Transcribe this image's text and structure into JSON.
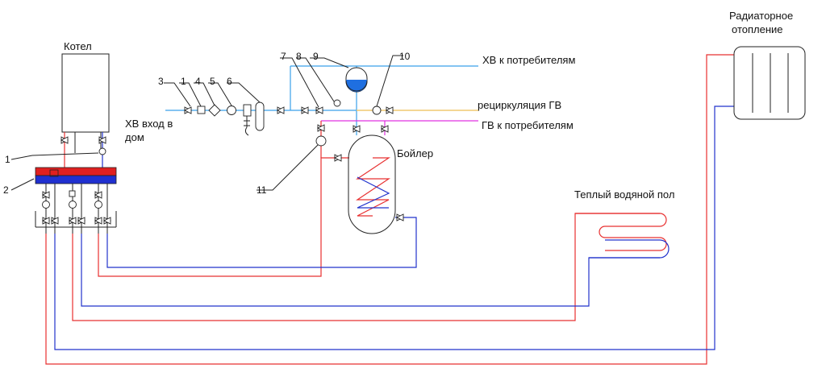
{
  "labels": {
    "boiler": "Котел",
    "cold_inlet_1": "ХВ вход в",
    "cold_inlet_2": "дом",
    "cold_to_consumers": "ХВ к потребителям",
    "recirculation": "рециркуляция ГВ",
    "hot_to_consumers": "ГВ к потребителям",
    "water_heater": "Бойлер",
    "underfloor": "Теплый водяной пол",
    "radiator_1": "Радиаторное",
    "radiator_2": "отопление"
  },
  "callouts": [
    "1",
    "2",
    "3",
    "1",
    "4",
    "5",
    "6",
    "7",
    "8",
    "9",
    "10",
    "11"
  ],
  "colors": {
    "supply_red": "#e83030",
    "return_blue": "#2233cc",
    "cold_water": "#3aa0ea",
    "hot_water": "#e030e0",
    "recirculation": "#f0c870",
    "expansion_tank": "#1f6fe0"
  }
}
